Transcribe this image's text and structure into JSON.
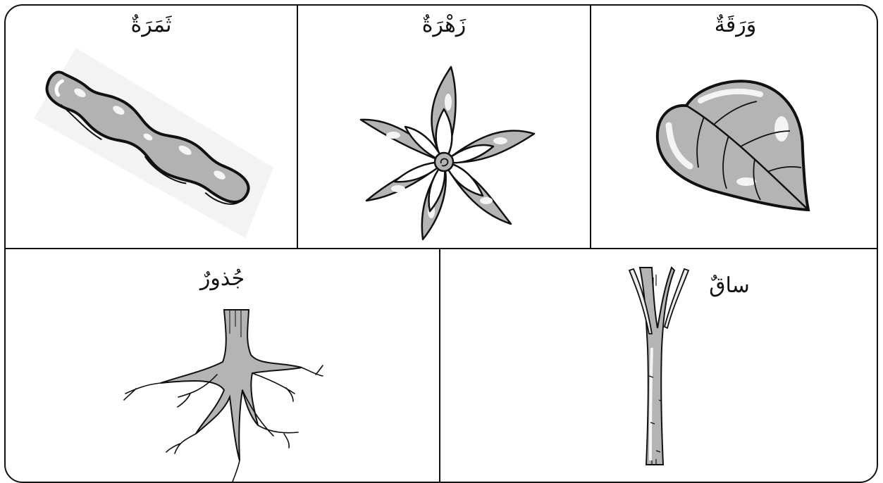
{
  "panels": {
    "fruit": {
      "label": "ثَمَرَةٌ",
      "icon": "bean-pod-icon"
    },
    "flower": {
      "label": "زَهْرَةٌ",
      "icon": "flower-icon"
    },
    "leaf": {
      "label": "وَرَقَةٌ",
      "icon": "leaf-icon"
    },
    "roots": {
      "label": "جُذورٌ",
      "icon": "roots-icon"
    },
    "stem": {
      "label": "ساقٌ",
      "icon": "stem-icon"
    }
  },
  "colors": {
    "border": "#111111",
    "fill_gray": "#b4b4b4",
    "highlight": "#f4f4f4"
  }
}
